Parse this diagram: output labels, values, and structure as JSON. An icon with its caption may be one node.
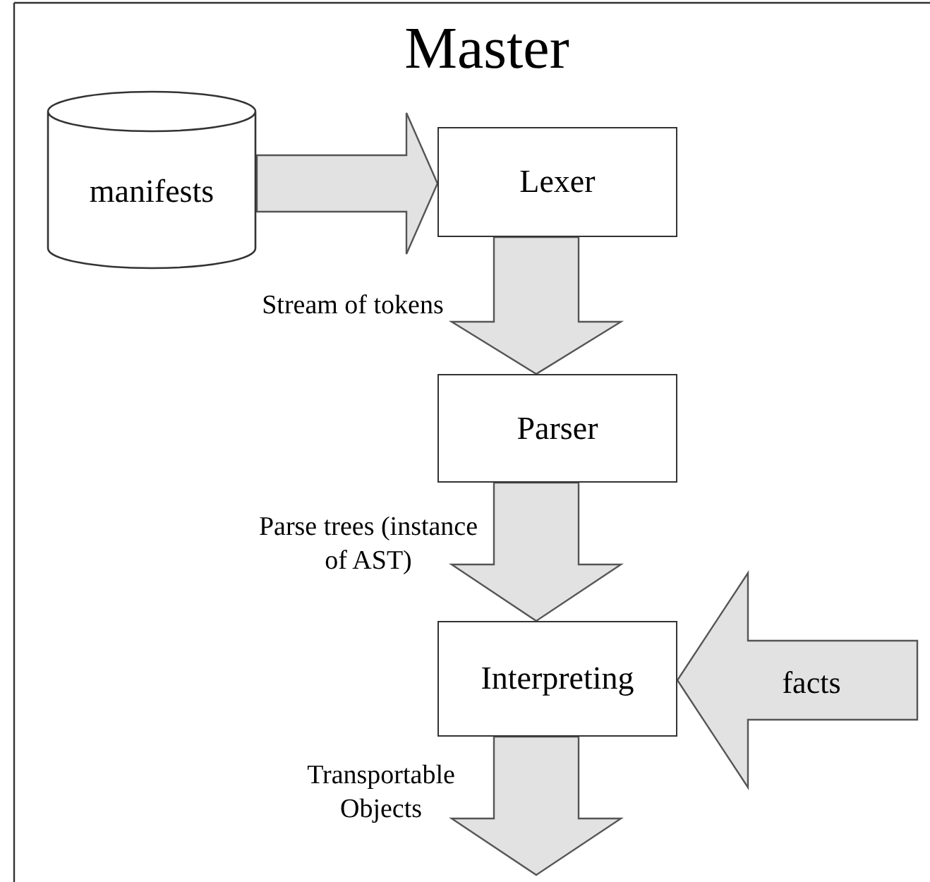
{
  "diagram": {
    "title": "Master",
    "nodes": [
      {
        "text": [
          "manifests"
        ]
      },
      {
        "text": [
          "Lexer"
        ]
      },
      {
        "text": [
          "Parser"
        ]
      },
      {
        "text": [
          "Interpreting"
        ]
      }
    ],
    "edges": [
      {
        "from": 0,
        "to": 1,
        "arrow": "to"
      },
      {
        "from": 1,
        "to": 2,
        "arrow": "to",
        "label": "Stream of tokens"
      },
      {
        "from": 2,
        "to": 3,
        "arrow": "to",
        "label": "Parse trees (instance of AST)"
      },
      {
        "from": null,
        "to": 3,
        "arrow": "to",
        "label": "facts"
      },
      {
        "from": 3,
        "to": null,
        "arrow": "to",
        "label": "Transportable Objects"
      }
    ]
  }
}
